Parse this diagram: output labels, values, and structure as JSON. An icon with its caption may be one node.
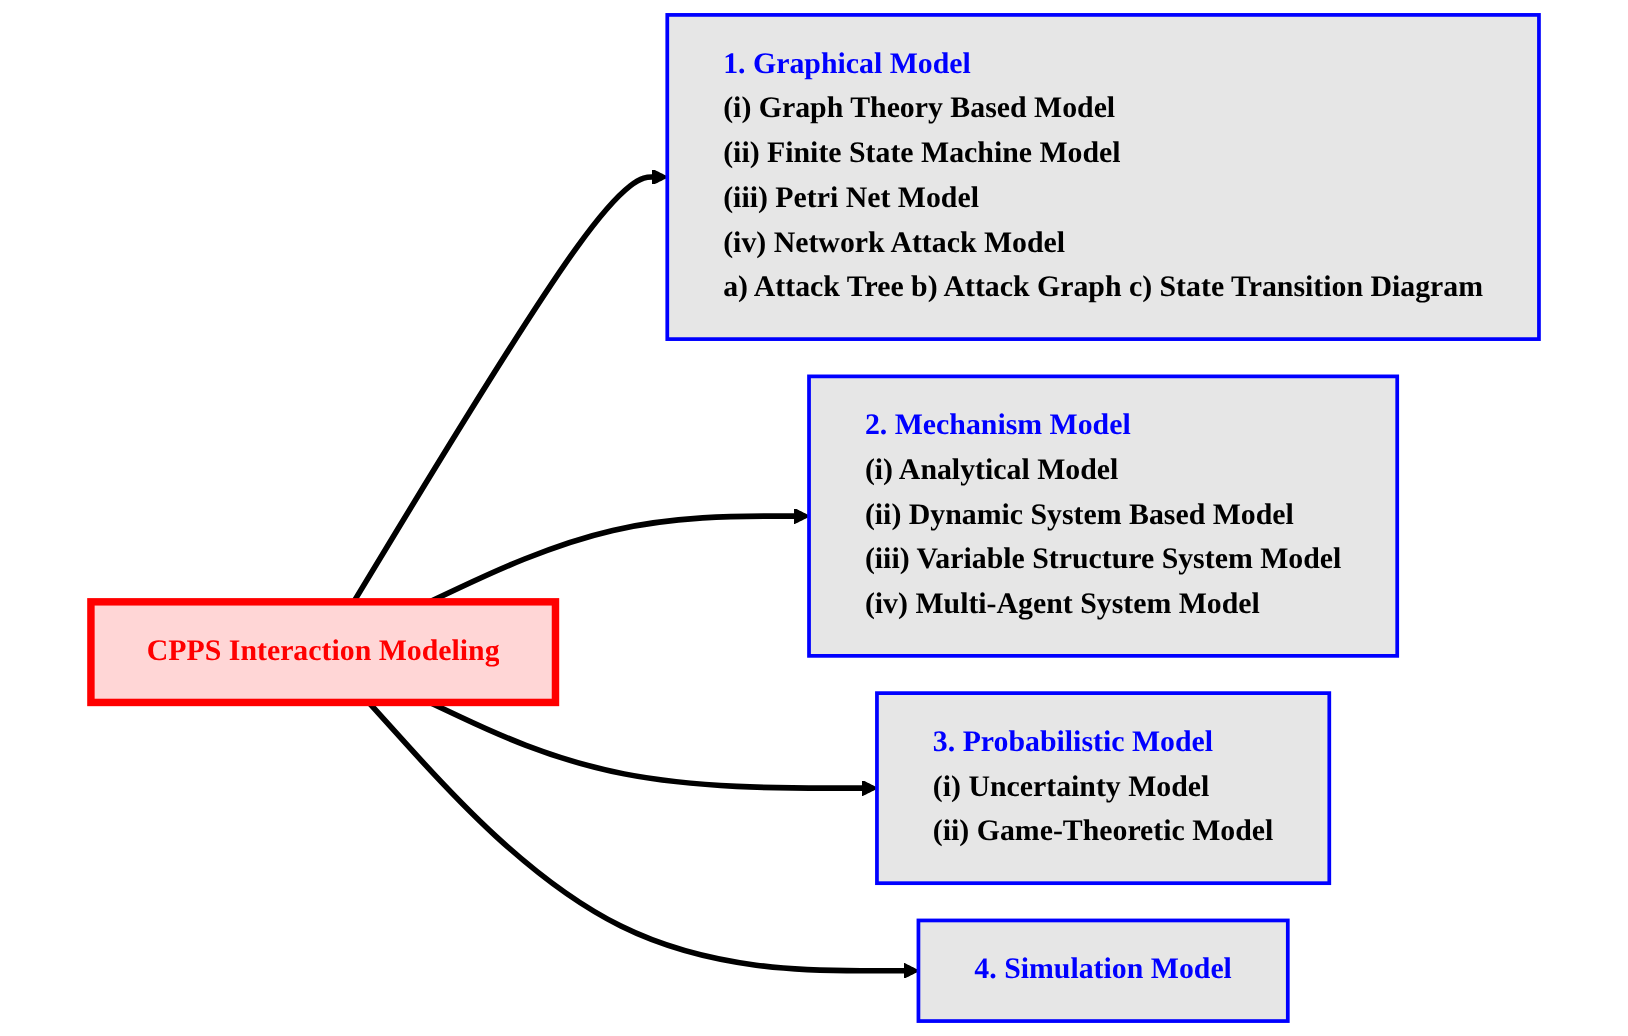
{
  "diagram": {
    "nodes": [
      {
        "text": [
          "CPPS Interaction Modeling"
        ]
      },
      {
        "text": [
          "1. Graphical Model",
          "(i) Graph Theory Based Model",
          "(ii) Finite State Machine Model",
          "(iii) Petri Net Model",
          "(iv) Network Attack Model",
          "a) Attack Tree b) Attack Graph c) State Transition Diagram"
        ]
      },
      {
        "text": [
          "2. Mechanism Model",
          "(i) Analytical Model",
          "(ii) Dynamic System Based Model",
          "(iii) Variable Structure System Model",
          "(iv) Multi-Agent System Model"
        ]
      },
      {
        "text": [
          "3. Probabilistic Model",
          "(i) Uncertainty Model",
          "(ii) Game-Theoretic Model"
        ]
      },
      {
        "text": [
          "4. Simulation Model"
        ]
      }
    ],
    "edges": [
      {
        "from": 0,
        "to": 1,
        "arrow": "to"
      },
      {
        "from": 0,
        "to": 2,
        "arrow": "to"
      },
      {
        "from": 0,
        "to": 3,
        "arrow": "to"
      },
      {
        "from": 0,
        "to": 4,
        "arrow": "to"
      }
    ]
  }
}
